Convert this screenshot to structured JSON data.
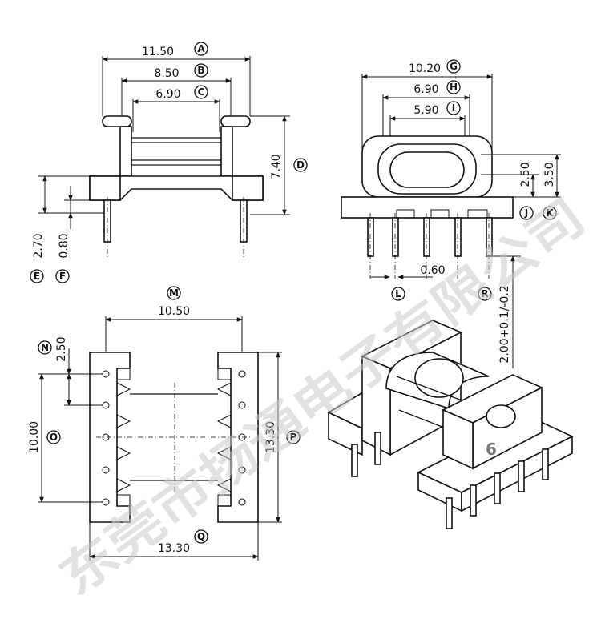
{
  "title": "",
  "watermark": "东莞市扬通电子有限公司",
  "page_number": "6",
  "dimensions": {
    "A": "11.50",
    "B": "8.50",
    "C": "6.90",
    "D": "7.40",
    "E": "2.70",
    "F": "0.80",
    "G": "10.20",
    "H": "6.90",
    "I": "5.90",
    "J": "2.50",
    "K": "3.50",
    "L": "0.60",
    "M": "10.50",
    "N": "2.50",
    "O": "10.00",
    "P": "13.30",
    "Q": "13.30",
    "R": "2.00+0.1/-0.2"
  },
  "letters": [
    "A",
    "B",
    "C",
    "D",
    "E",
    "F",
    "G",
    "H",
    "I",
    "J",
    "K",
    "L",
    "M",
    "N",
    "O",
    "P",
    "Q",
    "R"
  ]
}
